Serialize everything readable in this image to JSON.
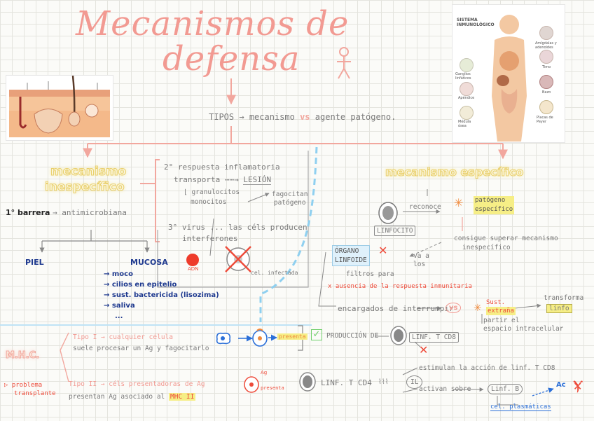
{
  "title": {
    "line1": "Mecanismos de",
    "line2": "defensa"
  },
  "tipos": {
    "label": "TIPOS",
    "left": "mecanismo",
    "vs": "vs",
    "right": "agente patógeno."
  },
  "immune_figure": {
    "title": "SISTEMA INMUNOLÓGICO",
    "labels": [
      "Amígdalas y adenoides",
      "Timo",
      "Ganglios linfáticos",
      "Bazo",
      "Apéndice",
      "Médula ósea",
      "Placas de Peyer"
    ]
  },
  "inespecifico": {
    "title_line1": "mecanismo",
    "title_line2": "inespecífico",
    "barrera1": "1° barrera",
    "barrera1_desc": "antimicrobiana",
    "piel": "PIEL",
    "mucosa": "MUCOSA",
    "mucosa_items": [
      "moco",
      "cilios en epitelio",
      "sust. bactericida (lisozima)",
      "saliva",
      "..."
    ],
    "r2_title": "2° respuesta inflamatoria",
    "r2_transporta": "transporta",
    "r2_lesion": "LESIÓN",
    "r2_cells_line1": "granulocitos",
    "r2_cells_line2": "monocitos",
    "r2_fag_line1": "fagocitan",
    "r2_fag_line2": "patógeno",
    "r3_line1": "3° virus ... las céls producen",
    "r3_line2": "interferones",
    "cell_label": "cel. infectada",
    "adn": "ADN"
  },
  "especifico": {
    "title": "mecanismo específico",
    "linfocito": "LINFOCITO",
    "reconoce": "reconoce",
    "patogeno_line1": "patógeno",
    "patogeno_line2": "específico",
    "consigue_line1": "consigue superar mecanismo",
    "consigue_line2": "inespecífico",
    "organo_line1": "ÓRGANO",
    "organo_line2": "LINFOIDE",
    "filtros": "filtros para",
    "va_a": "va a",
    "los": "los",
    "ausencia": "x  ausencia de la respuesta inmunitaria",
    "encargados": "encargados de interrumpir",
    "vs": "vs",
    "sust": "Sust.",
    "extrana": "extraña",
    "transforma": "transforma",
    "linfo": "linfo",
    "partir": "partir el",
    "espacio": "espacio intracelular"
  },
  "mhc": {
    "label": "M.H.C.",
    "problema_line1": "problema",
    "problema_line2": "transplante",
    "tipo1_line1": "Tipo I → cualquier célula",
    "tipo1_line2": "suele procesar un Ag y fagocitarlo",
    "presenta": "presenta",
    "produccion": "PRODUCCIÓN DE",
    "linf_t_cd8": "LINF. T CD8",
    "tipo2_line1": "Tipo II → céls presentadoras de Ag",
    "tipo2_line2a": "presentan Ag asociado al",
    "tipo2_mhc2": "MHC II",
    "ag": "Ag",
    "presenta2": "presenta",
    "linf_t_cd4": "LINF. T CD4",
    "il": "IL",
    "estimulan": "estimulan la acción de linf. T CD8",
    "activan": "activan sobre",
    "linf_b": "Linf. B",
    "cel_plasmaticas": "cel. plasmáticas",
    "ac": "Ac"
  },
  "colors": {
    "salmon": "#f29a92",
    "yellow": "#f6ee86",
    "navy": "#1f3a8f",
    "red": "#ee4b3a",
    "blue_dash": "#8fd0f0"
  }
}
